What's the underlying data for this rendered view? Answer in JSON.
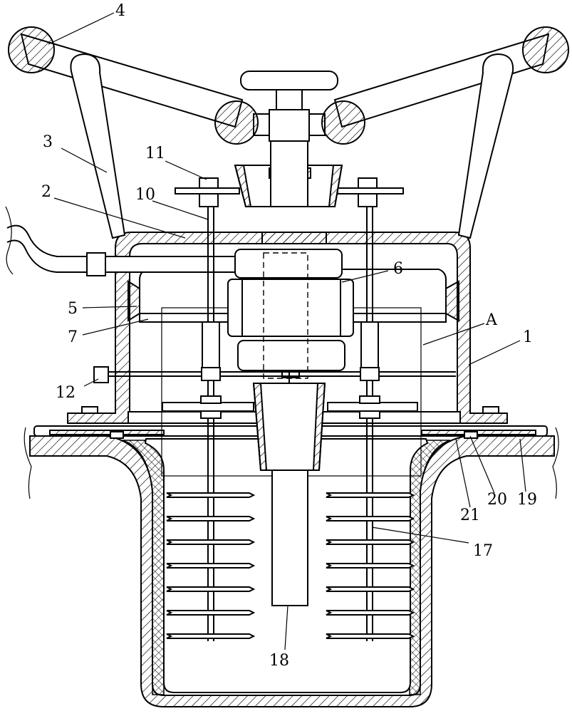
{
  "labels": {
    "l1": "1",
    "l2": "2",
    "l3": "3",
    "l4": "4",
    "l5": "5",
    "l6": "6",
    "l7": "7",
    "l10": "10",
    "l11": "11",
    "l12": "12",
    "l17": "17",
    "l18": "18",
    "l19": "19",
    "l20": "20",
    "l21": "21",
    "lA": "A"
  },
  "colors": {
    "line": "#000000",
    "background": "#ffffff"
  }
}
